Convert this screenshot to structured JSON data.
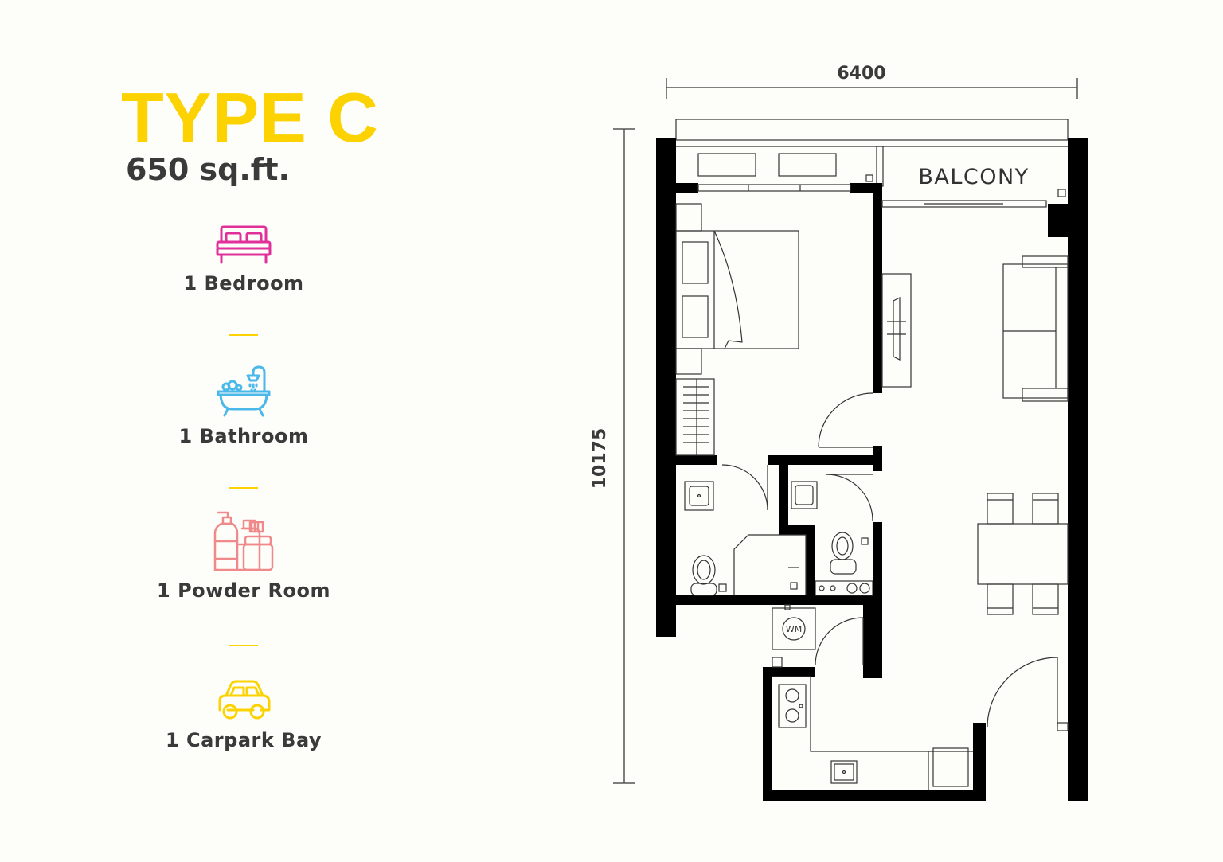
{
  "heading": {
    "title": "TYPE C",
    "area": "650 sq.ft."
  },
  "features": [
    {
      "icon": "bed-icon",
      "label": "1 Bedroom",
      "color": "#e0309a"
    },
    {
      "icon": "bathtub-icon",
      "label": "1 Bathroom",
      "color": "#4ab8e8"
    },
    {
      "icon": "toiletries-icon",
      "label": "1 Powder Room",
      "color": "#f08a8a"
    },
    {
      "icon": "car-icon",
      "label": "1 Carpark Bay",
      "color": "#fcd300"
    }
  ],
  "floorplan": {
    "width_dimension": "6400",
    "height_dimension": "10175",
    "balcony_label": "BALCONY",
    "washer_label": "WM"
  },
  "colors": {
    "accent": "#fcd300",
    "text": "#3a3a3a",
    "wall": "#000000"
  }
}
